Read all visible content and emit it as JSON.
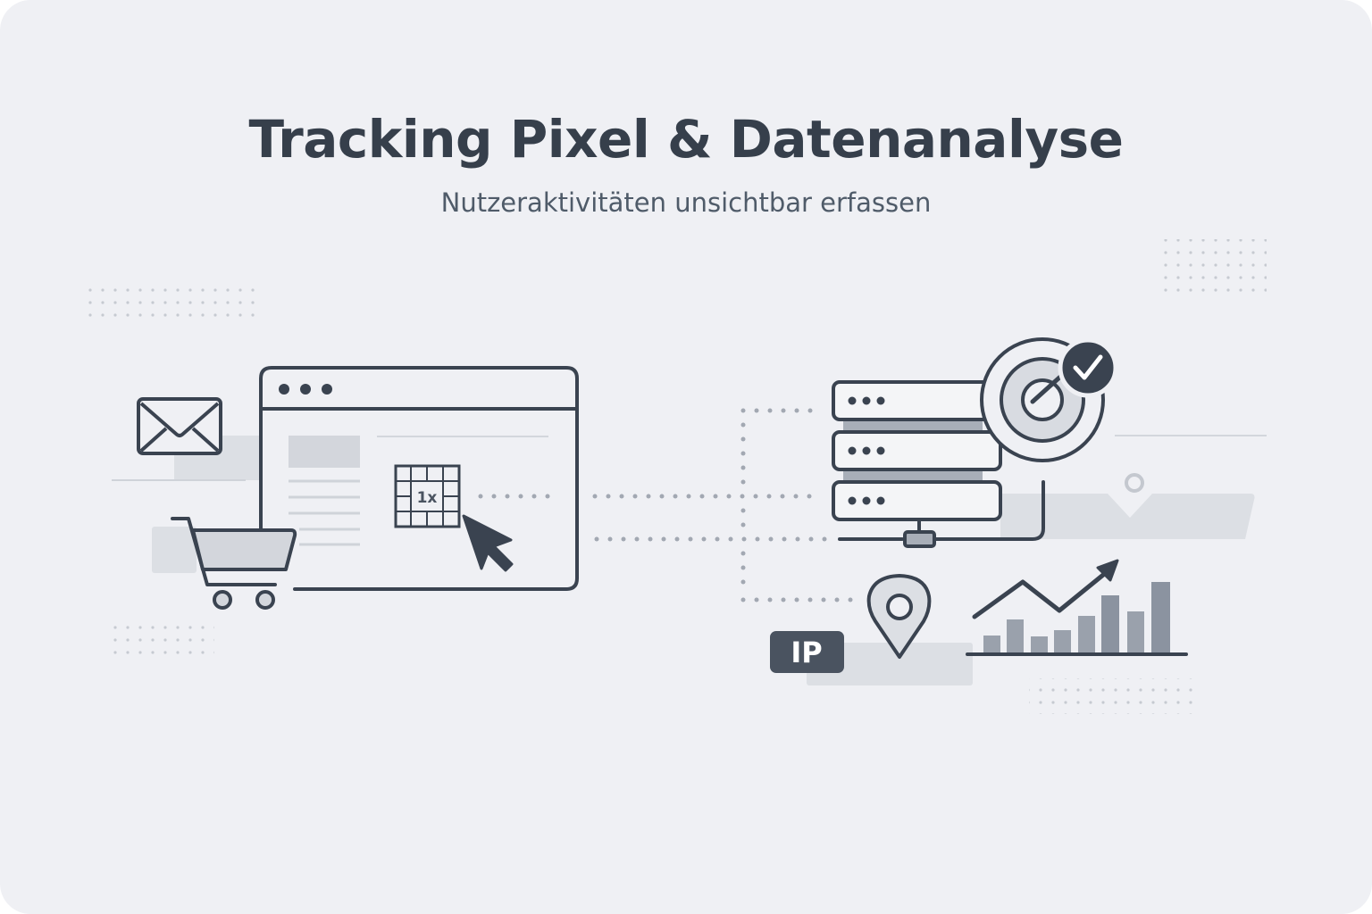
{
  "header": {
    "title": "Tracking Pixel & Datenanalyse",
    "subtitle": "Nutzeraktivitäten unsichtbar erfassen"
  },
  "illustration": {
    "left_group": {
      "icons": [
        "envelope-icon",
        "shopping-cart-icon",
        "browser-window-icon",
        "tracking-pixel-icon",
        "mouse-cursor-icon"
      ],
      "pixel_label": "1x"
    },
    "right_group": {
      "icons": [
        "server-stack-icon",
        "target-icon",
        "checkmark-badge-icon",
        "location-pin-icon",
        "ip-badge",
        "trend-chart-icon"
      ],
      "ip_label": "IP",
      "bar_chart_relative_heights": [
        28,
        40,
        20,
        25,
        42,
        65,
        48,
        80
      ]
    }
  },
  "colors": {
    "background": "#eff0f4",
    "stroke": "#3a4350",
    "accent_fill": "#d3d6dc",
    "bar_fill": "#8f97a3",
    "dots": "#a2a8b2"
  }
}
